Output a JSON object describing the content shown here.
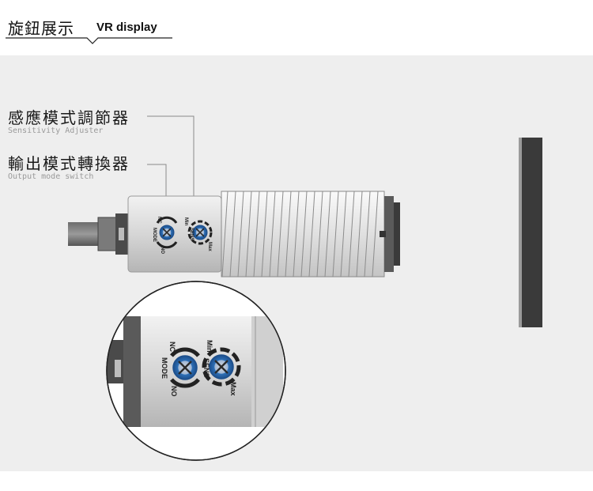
{
  "header": {
    "title_zh": "旋鈕展示",
    "title_en": "VR display"
  },
  "callouts": {
    "sensitivity": {
      "zh": "感應模式調節器",
      "en": "Sensitivity Adjuster"
    },
    "output": {
      "zh": "輸出模式轉換器",
      "en": "Output mode switch"
    }
  },
  "panel_labels": {
    "min": "Min",
    "max": "Max",
    "sens": "SENS",
    "mode": "MODE",
    "nc": "NC",
    "no": "NO"
  },
  "colors": {
    "stage_bg": "#eeeeee",
    "body_silver": "#d9d9d9",
    "knob_blue": "#2d6fb6",
    "dark_cap": "#3a3a3a"
  },
  "icons": [
    "mode-dial-icon",
    "sens-dial-icon"
  ]
}
